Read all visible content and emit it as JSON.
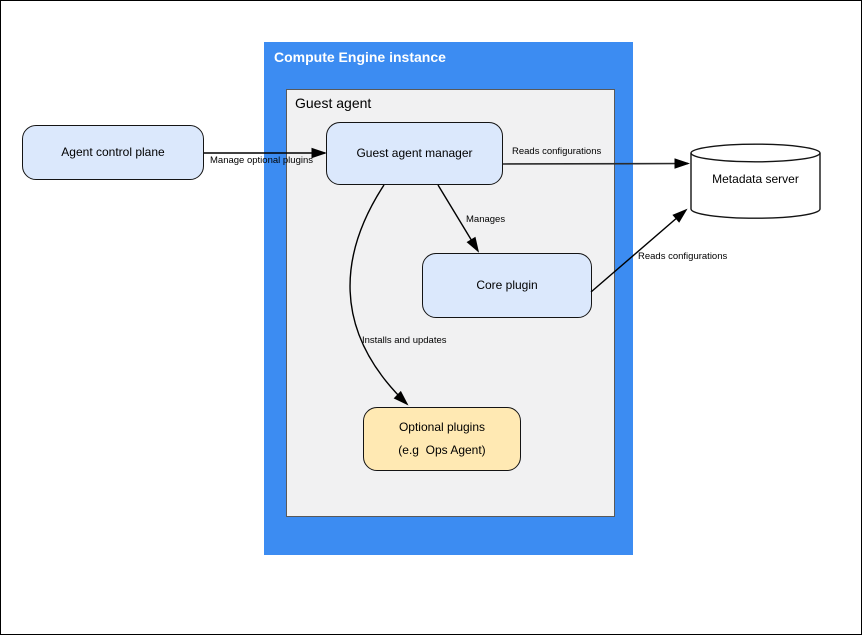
{
  "colors": {
    "container_blue": "#3c8cf2",
    "container_gray_fill": "#f1f1f2",
    "container_gray_border": "#595959",
    "node_blue_fill": "#dbe8fc",
    "node_yellow_fill": "#ffe9b3",
    "node_border": "#141414",
    "edge_color": "#000000",
    "title_text": "#ffffff"
  },
  "containers": {
    "compute_engine": {
      "title": "Compute Engine instance"
    },
    "guest_agent": {
      "label": "Guest agent"
    }
  },
  "nodes": {
    "agent_control_plane": {
      "label": "Agent control plane"
    },
    "guest_agent_manager": {
      "label": "Guest agent manager"
    },
    "core_plugin": {
      "label": "Core plugin"
    },
    "optional_plugins": {
      "line1": "Optional plugins",
      "line2": "(e.g  Ops Agent)"
    },
    "metadata_server": {
      "label": "Metadata server"
    }
  },
  "edges": {
    "manage_optional_plugins": {
      "label": "Manage optional plugins"
    },
    "reads_configurations_top": {
      "label": "Reads configurations"
    },
    "manages": {
      "label": "Manages"
    },
    "installs_and_updates": {
      "label": "Installs and updates"
    },
    "reads_configurations_bottom": {
      "label": "Reads configurations"
    }
  }
}
